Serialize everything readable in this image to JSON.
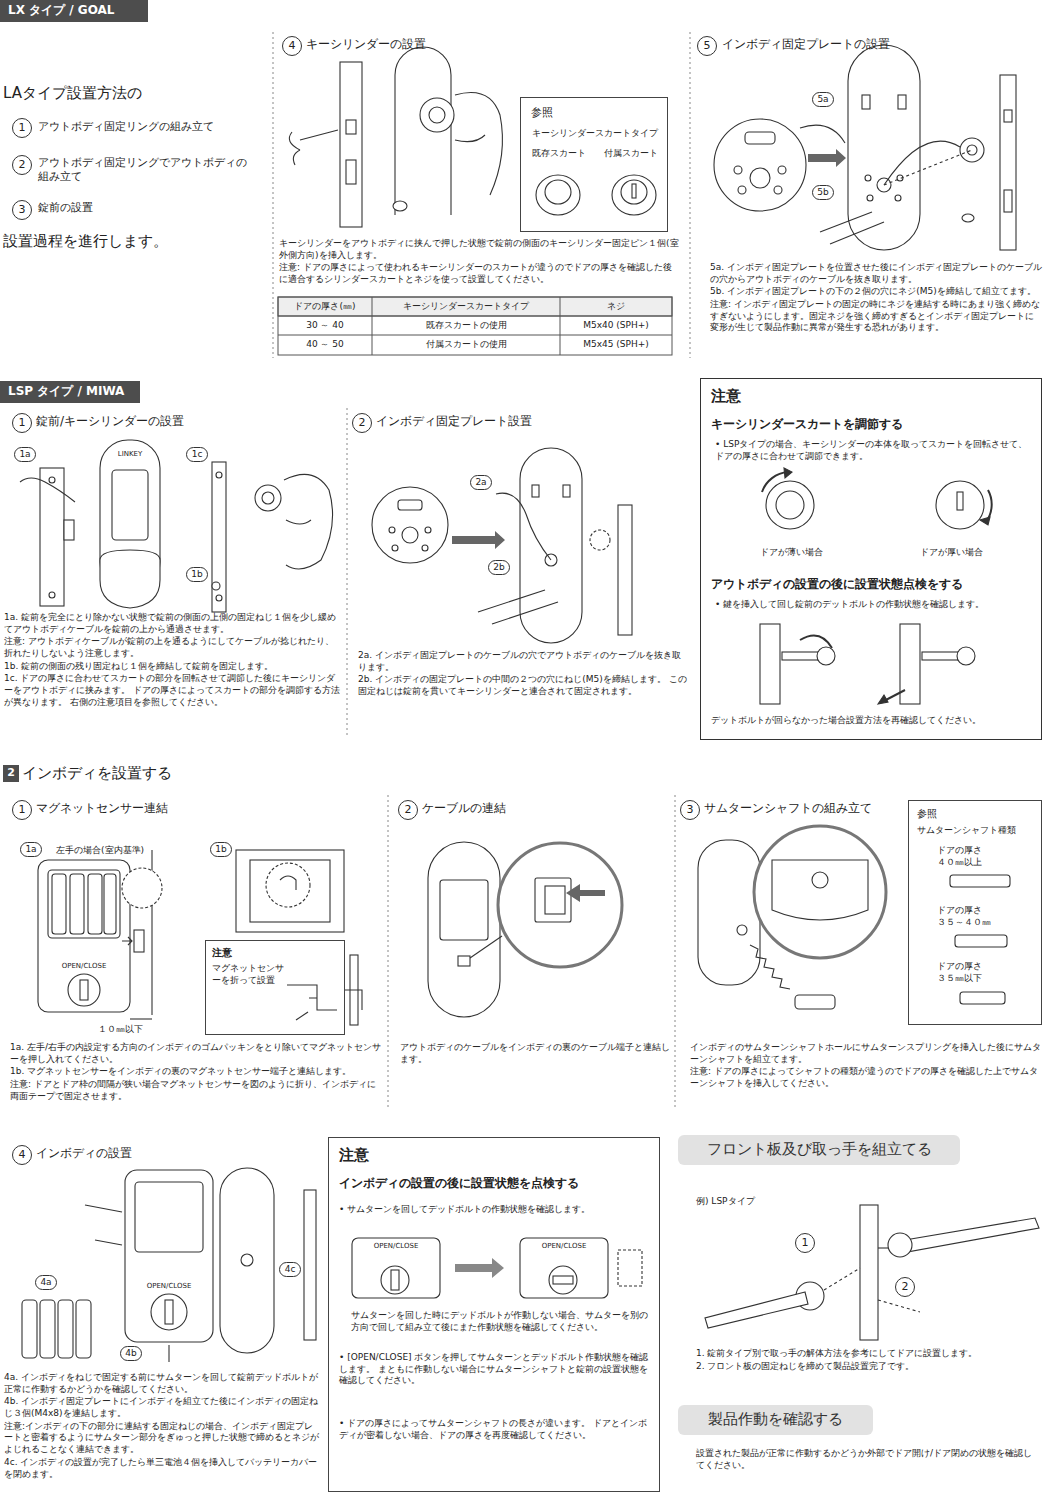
{
  "diagram": {
    "nodes": [
      {
        "text": [
          "LX タイプ / GOAL"
        ]
      },
      {
        "text": [
          "1"
        ]
      },
      {
        "text": [
          "2"
        ]
      },
      {
        "text": [
          "3"
        ]
      },
      {
        "text": [
          "4"
        ]
      },
      {
        "text": [
          "参照",
          "キーシリンダースカートタイプ",
          "既存スカート",
          "付属スカート"
        ]
      },
      {
        "text": [
          "5"
        ]
      },
      {
        "text": [
          "5a"
        ]
      },
      {
        "text": [
          "5b"
        ]
      },
      {
        "text": [
          "LSP タイプ / MIWA"
        ]
      },
      {
        "text": [
          "1"
        ]
      },
      {
        "text": [
          "1a"
        ]
      },
      {
        "text": [
          "1c"
        ]
      },
      {
        "text": [
          "1b"
        ]
      },
      {
        "text": [
          "2"
        ]
      },
      {
        "text": [
          "2a"
        ]
      },
      {
        "text": [
          "2b"
        ]
      },
      {
        "text": [
          "注意",
          "キーシリンダースカートを調節する",
          "• LSPタイプの場合、キーシリンダーの本体を取ってスカートを回転させて、ドアの厚さに合わせて調節できます。",
          "ドアが薄い場合",
          "ドアが厚い場合",
          "アウトボディの設置の後に設置状態点検をする",
          "• 鍵を挿入して回し錠前のデットボルトの作動状態を確認します。",
          "デットボルトが回らなかった場合設置方法を再確認してください。"
        ]
      },
      {
        "text": [
          "2"
        ]
      },
      {
        "text": [
          "1"
        ]
      },
      {
        "text": [
          "1a"
        ]
      },
      {
        "text": [
          "1b"
        ]
      },
      {
        "text": [
          "注意",
          "マグネットセンサーを折って設置"
        ]
      },
      {
        "text": [
          "2"
        ]
      },
      {
        "text": [
          "3"
        ]
      },
      {
        "text": [
          "参照",
          "サムターンシャフト種類",
          "ドアの厚さ ４０㎜以上",
          "ドアの厚さ ３５～４０㎜",
          "ドアの厚さ ３５㎜以下"
        ]
      },
      {
        "text": [
          "4"
        ]
      },
      {
        "text": [
          "4a"
        ]
      },
      {
        "text": [
          "4b"
        ]
      },
      {
        "text": [
          "4c"
        ]
      },
      {
        "text": [
          "注意",
          "インボディの設置の後に設置状態を点検する",
          "• サムターンを回してデッドボルトの作動状態を確認します。",
          "サムターンを回した時にデッドボルトが作動しない場合、サムターを別の方向で回して組み立て後にまた作動状態を確認してください。",
          "• [OPEN/CLOSE] ボタンを押してサムターンとデッドボルト作動状態を確認します。 まともに作動しない場合にサムターンシャフトと錠前の設置状態を確認してください。",
          "• ドアの厚さによってサムターンシャフトの長さが違います。 ドアとインボディが密着しない場合、ドアの厚さを再度確認してください。"
        ]
      },
      {
        "text": [
          "フロント板及び取っ手を組立てる"
        ]
      },
      {
        "text": [
          "1"
        ]
      },
      {
        "text": [
          "2"
        ]
      },
      {
        "text": [
          "製品作動を確認する"
        ]
      }
    ],
    "labels": [
      "LAタイプ設置方法の",
      "アウトボディ固定リングの組み立て",
      "アウトボディ固定リングでアウトボディの組み立て",
      "錠前の設置",
      "設置過程を進行します。",
      "キーシリンダーの設置",
      "キーシリンダーをアウトボディに挟んで押した状態で錠前の側面のキーシリンダー固定ピン１個(室外側方向)を挿入します。",
      "注意: ドアの厚さによって使われるキーシリンダーのスカートが違うのでドアの厚さを確認した後に適合するシリンダースカートとネジを使って設置してください。",
      "ドアの厚さ(㎜)",
      "キーシリンダースカートタイプ",
      "ネジ",
      "30 ～ 40",
      "既存スカートの使用",
      "M5x40 (SPH+)",
      "40 ～ 50",
      "付属スカートの使用",
      "M5x45 (SPH+)",
      "インボディ固定プレートの設置",
      "5a. インボディ固定プレートを位置させた後にインボディ固定プレートのケーブルの穴からアウトボディのケーブルを抜き取ります。",
      "5b. インボディ固定プレートの下の２個の穴にネジ(M5)を締結して組立てます。",
      "注意: インボディ固定プレートの固定の時にネジを連結する時にあまり強く締めなすぎないようにします。固定ネジを強く締めすぎるとインボディ固定プレートに変形が生じて製品作動に異常が発生する恐れがあります。",
      "錠前/キーシリンダーの設置",
      "LINKEY",
      "1a. 錠前を完全にとり除かない状態で錠前の側面の上側の固定ねじ１個を少し緩めてアウトボディケーブルを錠前の上から通過させます。",
      "注意: アウトボディケーブルが錠前の上を通るようにしてケーブルが捻じれたり、折れたりしないよう注意します。",
      "1b. 錠前の側面の残り固定ねじ１個を締結して錠前を固定します。",
      "1c. ドアの厚さに合わせてスカートの部分を回転させて調節した後にキーシリンダーをアウトボディに挟みます。 ドアの厚さによってスカートの部分を調節する方法が異なります。 右側の注意項目を参照してください。",
      "インボディ固定プレート設置",
      "2a. インボディ固定プレートのケーブルの穴でアウトボディのケーブルを抜き取ります。",
      "2b. インボディの固定プレートの中間の２つの穴にねじ(M5)を締結します。 この固定ねじは錠前を貫いてキーシリンダーと連合されて固定されます。",
      "インボディを設置する",
      "マグネットセンサー連結",
      "左手の場合(室内基準)",
      "OPEN/CLOSE",
      "１０㎜以下",
      "1a. 左手/右手の内設定する方向のインボディのゴムパッキンをとり除いてマグネットセンサーを押し入れてください。",
      "1b. マグネットセンサーをインボディの裏のマグネットセンサー端子と連結します。",
      "注意: ドアとドア枠の間隔が狭い場合マグネットセンサーを図のように折り、インボディに両面テープで固定させます。",
      "ケーブルの連結",
      "アウトボディのケーブルをインボディの裏のケーブル端子と連結します。",
      "サムターンシャフトの組み立て",
      "インボディのサムターンシャフトホールにサムターンスプリングを挿入した後にサムターンシャフトを組立てます。",
      "注意: ドアの厚さによってシャフトの種類が違うのでドアの厚さを確認した上でサムターンシャフトを挿入してください。",
      "インボディの設置",
      "OPEN/CLOSE",
      "4a. インボディをねじで固定する前にサムターンを回して錠前デッドボルトが正常に作動するかどうかを確認してください。",
      "4b. インボディ固定プレートにインボディを組立てた後にインボディの固定ねじ３個(M4x8)を連結します。",
      "注意:インボディの下の部分に連結する固定ねじの場合、インボディ固定プレートと密着するようにサムターン部分をぎゅっと押した状態で締めるとネジがよじれることなく連結できます。",
      "4c. インボディの設置が完了したら単三電池４個を挿入してバッテリーカバーを閉めます。",
      "OPEN/CLOSE",
      "OPEN/CLOSE",
      "例) LSPタイプ",
      "1. 錠前タイプ別で取っ手の解体方法を参考にしてドアに設置します。",
      "2. フロント板の固定ねじを締めて製品設置完了です。",
      "設置された製品が正常に作動するかどうか外部でドア開け/ドア閉めの状態を確認してください。"
    ]
  }
}
